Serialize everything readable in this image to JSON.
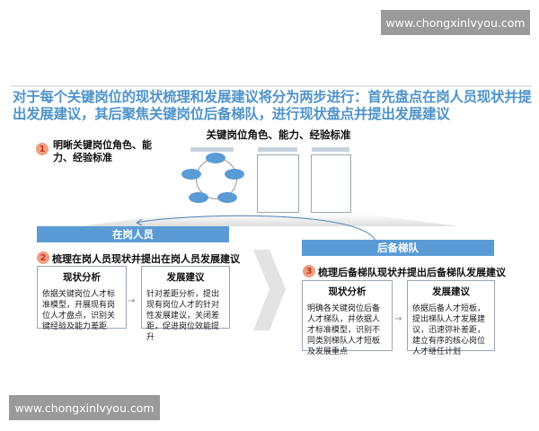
{
  "watermarks": {
    "top": "www.chongxinlvyou.com",
    "bottom": "www.chongxinlvyou.com"
  },
  "title": "对于每个关键岗位的现状梳理和发展建议将分为两步进行：首先盘点在岗人员现状并提出发展建议，其后聚焦关键岗位后备梯队，进行现状盘点并提出发展建议",
  "standards_heading": "关键岗位角色、能力、经验标准",
  "step1": {
    "num": "1",
    "label": "明晰关键岗位角色、能力、经验标准"
  },
  "incumbent": {
    "bar": "在岗人员",
    "step_num": "2",
    "step_label": "梳理在岗人员现状并提出在岗人员发展建议",
    "analysis": {
      "title": "现状分析",
      "text": "依据关键岗位人才标准模型，开展现有岗位人才盘点，识别关键经验及能力差距"
    },
    "advice": {
      "title": "发展建议",
      "text": "针对差距分析，提出现有岗位人才的针对性发展建议，关闭差距，促进岗位效能提升"
    }
  },
  "successor": {
    "bar": "后备梯队",
    "step_num": "3",
    "step_label": "梳理后备梯队现状并提出后备梯队发展建议",
    "analysis": {
      "title": "现状分析",
      "text": "明确各关键岗位后备人才梯队，并依据人才标准模型，识别不同类别梯队人才短板及发展重点"
    },
    "advice": {
      "title": "发展建议",
      "text": "依据后备人才短板，提出梯队人才发展建议，迅速弥补差距，建立有序的核心岗位人才继任计划"
    }
  }
}
